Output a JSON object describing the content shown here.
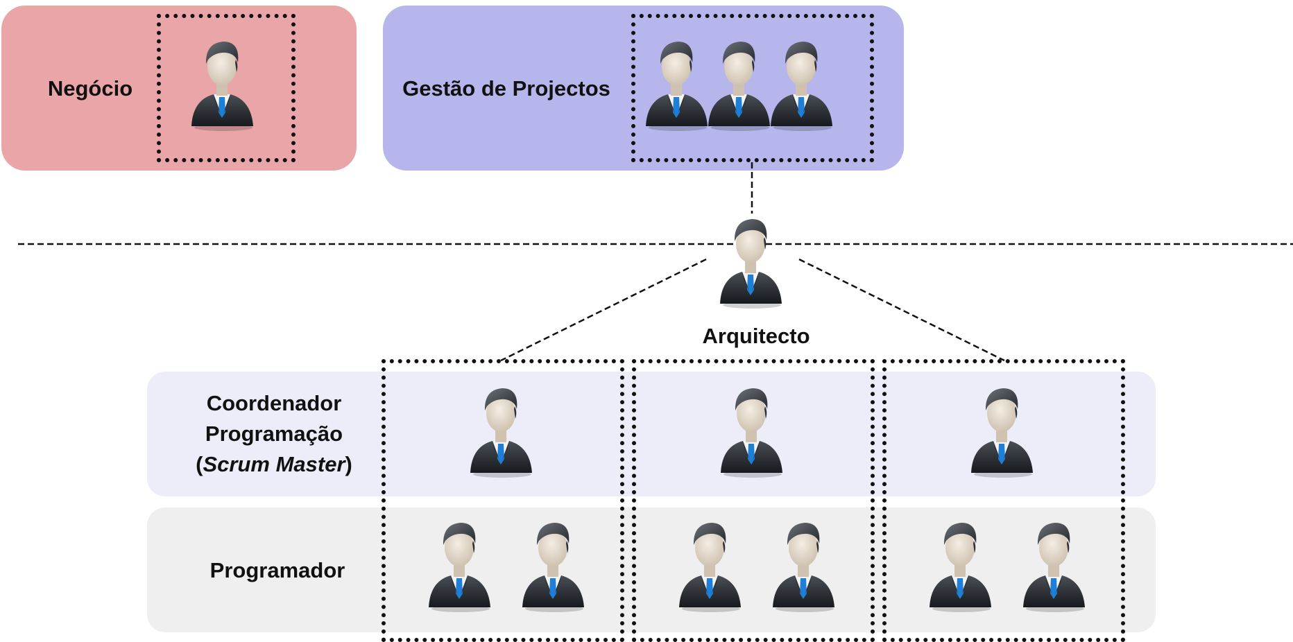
{
  "top": {
    "business": {
      "label": "Negócio",
      "people_count": 1
    },
    "project_management": {
      "label": "Gestão de Projectos",
      "people_count": 3
    }
  },
  "architect": {
    "label": "Arquitecto"
  },
  "rows": {
    "coordinator": {
      "line1": "Coordenador",
      "line2": "Programação",
      "open_paren": "(",
      "italic": "Scrum Master",
      "close_paren": ")"
    },
    "programmer": {
      "label": "Programador"
    }
  },
  "teams": [
    {
      "coordinators": 1,
      "programmers": 2
    },
    {
      "coordinators": 1,
      "programmers": 2
    },
    {
      "coordinators": 1,
      "programmers": 2
    }
  ],
  "colors": {
    "business_panel": "#e9a5a7",
    "project_panel": "#b6b6ec",
    "coordinator_band": "#ededf9",
    "programmer_band": "#efefef"
  },
  "icon": "businessman-icon"
}
